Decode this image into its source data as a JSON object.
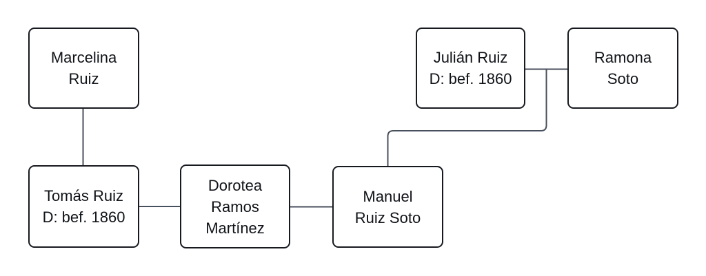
{
  "diagram": {
    "background": "#ffffff",
    "line_color": "#49505d",
    "box_border_color": "#16191f",
    "box_fill_color": "#ffffff",
    "text_color": "#0f1217",
    "nodes": [
      {
        "id": "marcelina-ruiz",
        "lines": [
          "Marcelina",
          "Ruiz"
        ]
      },
      {
        "id": "tomas-ruiz",
        "lines": [
          "Tomás Ruiz",
          "D: bef. 1860"
        ]
      },
      {
        "id": "dorotea-ramos-martinez",
        "lines": [
          "Dorotea",
          "Ramos",
          "Martínez"
        ]
      },
      {
        "id": "manuel-ruiz-soto",
        "lines": [
          "Manuel",
          "Ruiz Soto"
        ]
      },
      {
        "id": "julian-ruiz",
        "lines": [
          "Julián Ruiz",
          "D: bef. 1860"
        ]
      },
      {
        "id": "ramona-soto",
        "lines": [
          "Ramona",
          "Soto"
        ]
      }
    ],
    "edges": [
      {
        "from": "Marcelina Ruiz",
        "to": "Tomás Ruiz"
      },
      {
        "from": "Tomás Ruiz",
        "to": "Dorotea Ramos Martínez"
      },
      {
        "from": "Dorotea Ramos Martínez",
        "to": "Manuel Ruiz Soto"
      },
      {
        "from": "Julián Ruiz",
        "to": "Ramona Soto"
      },
      {
        "from": "Julián Ruiz + Ramona Soto",
        "to": "Manuel Ruiz Soto"
      }
    ]
  }
}
